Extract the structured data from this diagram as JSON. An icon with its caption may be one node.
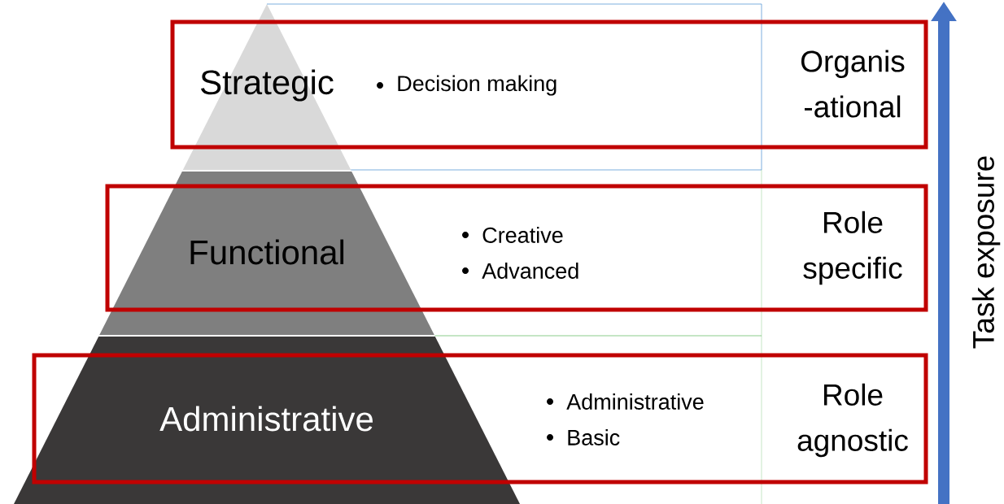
{
  "diagram": {
    "nodes": [
      {
        "text": [
          "Strategic",
          "Decision making",
          "Organis -ational"
        ]
      },
      {
        "text": [
          "Functional",
          "Creative",
          "Advanced",
          "Role specific"
        ]
      },
      {
        "text": [
          "Administrative",
          "Administrative",
          "Basic",
          "Role agnostic"
        ]
      }
    ],
    "labels": [
      "Task exposure"
    ]
  }
}
